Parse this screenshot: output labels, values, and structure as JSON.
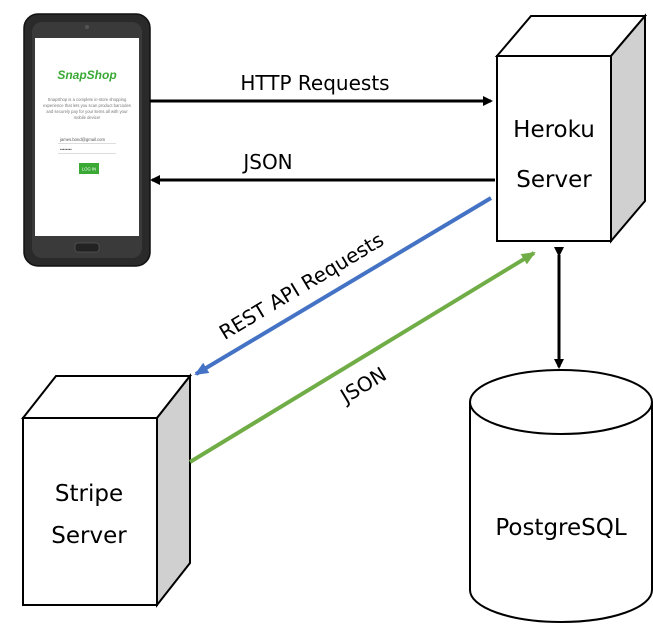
{
  "phone": {
    "app_name": "SnapShop",
    "description_lines": [
      "SnapShop is a complete in-store shopping",
      "experience that lets you scan product barcodes",
      "and securely pay for your items all with your",
      "mobile device!"
    ],
    "email_value": "james.bond@gmail.com",
    "password_value": "••••••••",
    "login_button": "LOG IN",
    "brand_color": "#3aa935"
  },
  "nodes": {
    "heroku": [
      "Heroku",
      "Server"
    ],
    "stripe": [
      "Stripe",
      "Server"
    ],
    "postgres": "PostgreSQL"
  },
  "edges": {
    "http_requests": "HTTP Requests",
    "json_to_phone": "JSON",
    "rest_api": "REST API Requests",
    "json_from_stripe": "JSON"
  },
  "colors": {
    "rest_arrow": "#4472c4",
    "json_arrow": "#70ad47",
    "black_arrow": "#000000",
    "box_side": "#d0d0d0"
  }
}
